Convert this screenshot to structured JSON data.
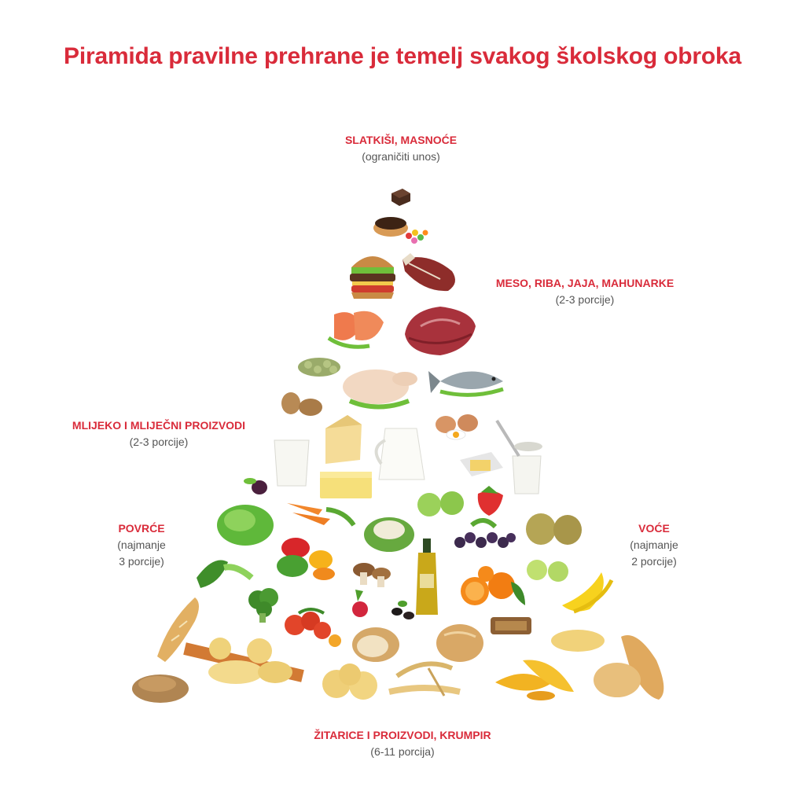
{
  "title": "Piramida pravilne prehrane je temelj svakog školskog obroka",
  "tiers": {
    "sweets": {
      "heading": "SLATKIŠI, MASNOĆE",
      "note": "(ograničiti unos)"
    },
    "protein": {
      "heading": "MESO, RIBA, JAJA, MAHUNARKE",
      "note": "(2-3 porcije)"
    },
    "dairy": {
      "heading": "MLIJEKO I MLIJEČNI PROIZVODI",
      "note": "(2-3 porcije)"
    },
    "vegetables": {
      "heading": "POVRĆE",
      "note_line1": "(najmanje",
      "note_line2": "3 porcije)"
    },
    "fruit": {
      "heading": "VOĆE",
      "note_line1": "(najmanje",
      "note_line2": "2 porcije)"
    },
    "grains": {
      "heading": "ŽITARICE I PROIZVODI, KRUMPIR",
      "note": "(6-11 porcija)"
    }
  },
  "colors": {
    "accent": "#d92b3a",
    "text": "#555555"
  }
}
